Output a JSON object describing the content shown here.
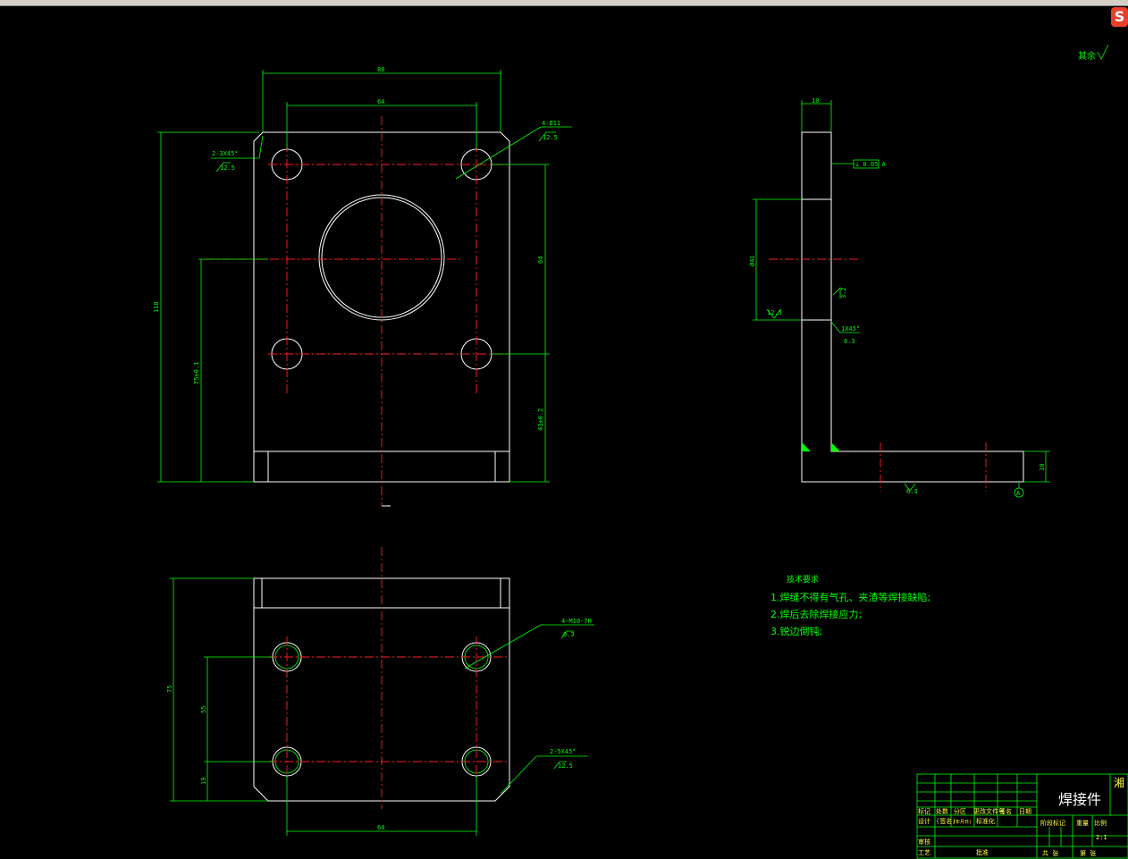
{
  "toolbar_logo": "S",
  "surface_note": "其余",
  "front_view": {
    "dim_top_outer": "80",
    "dim_top_inner": "64",
    "dim_height": "118",
    "dim_hole_vertical": "64",
    "dim_center_from_bottom": "75±0.1",
    "dim_hole_from_bottom": "43±0.2",
    "chamfer_note": "2-3X45°",
    "chamfer_roughness": "12.5",
    "hole_note": "4-Ø11",
    "hole_roughness": "12.5"
  },
  "side_view": {
    "dim_thickness_top": "10",
    "dim_bore": "Ø41",
    "bore_roughness": "12.5",
    "inner_roughness": "3.2",
    "chamfer_note": "1X45°",
    "chamfer_roughness": "6.3",
    "tolerance_frame": "⊥ 0.05 A",
    "dim_thickness_bottom": "10",
    "bottom_roughness": "6.3",
    "datum": "A"
  },
  "bottom_view": {
    "dim_height": "75",
    "dim_hole_spacing": "55",
    "dim_hole_offset": "19",
    "dim_width": "64",
    "thread_note": "4-M10-7H",
    "thread_roughness": "6.3",
    "chamfer_note": "2-5X45°",
    "chamfer_roughness": "12.5"
  },
  "tech_requirements": {
    "title": "技术要求",
    "items": [
      "1.焊缝不得有气孔、夹渣等焊接缺陷;",
      "2.焊后去除焊接应力;",
      "3.锐边倒钝;"
    ]
  },
  "title_block": {
    "part_name": "焊接件",
    "row1": [
      "标记",
      "处数",
      "分区",
      "更改文件号",
      "签名",
      "日期"
    ],
    "row2": [
      "设计",
      "(签名)",
      "(年月日)",
      "标准化"
    ],
    "labels": [
      "阶段标记",
      "重量",
      "比例"
    ],
    "scale": "2:1",
    "bottom": [
      "审核",
      "工艺",
      "批准",
      "共 张",
      "第 张"
    ],
    "side_char": "湘"
  }
}
